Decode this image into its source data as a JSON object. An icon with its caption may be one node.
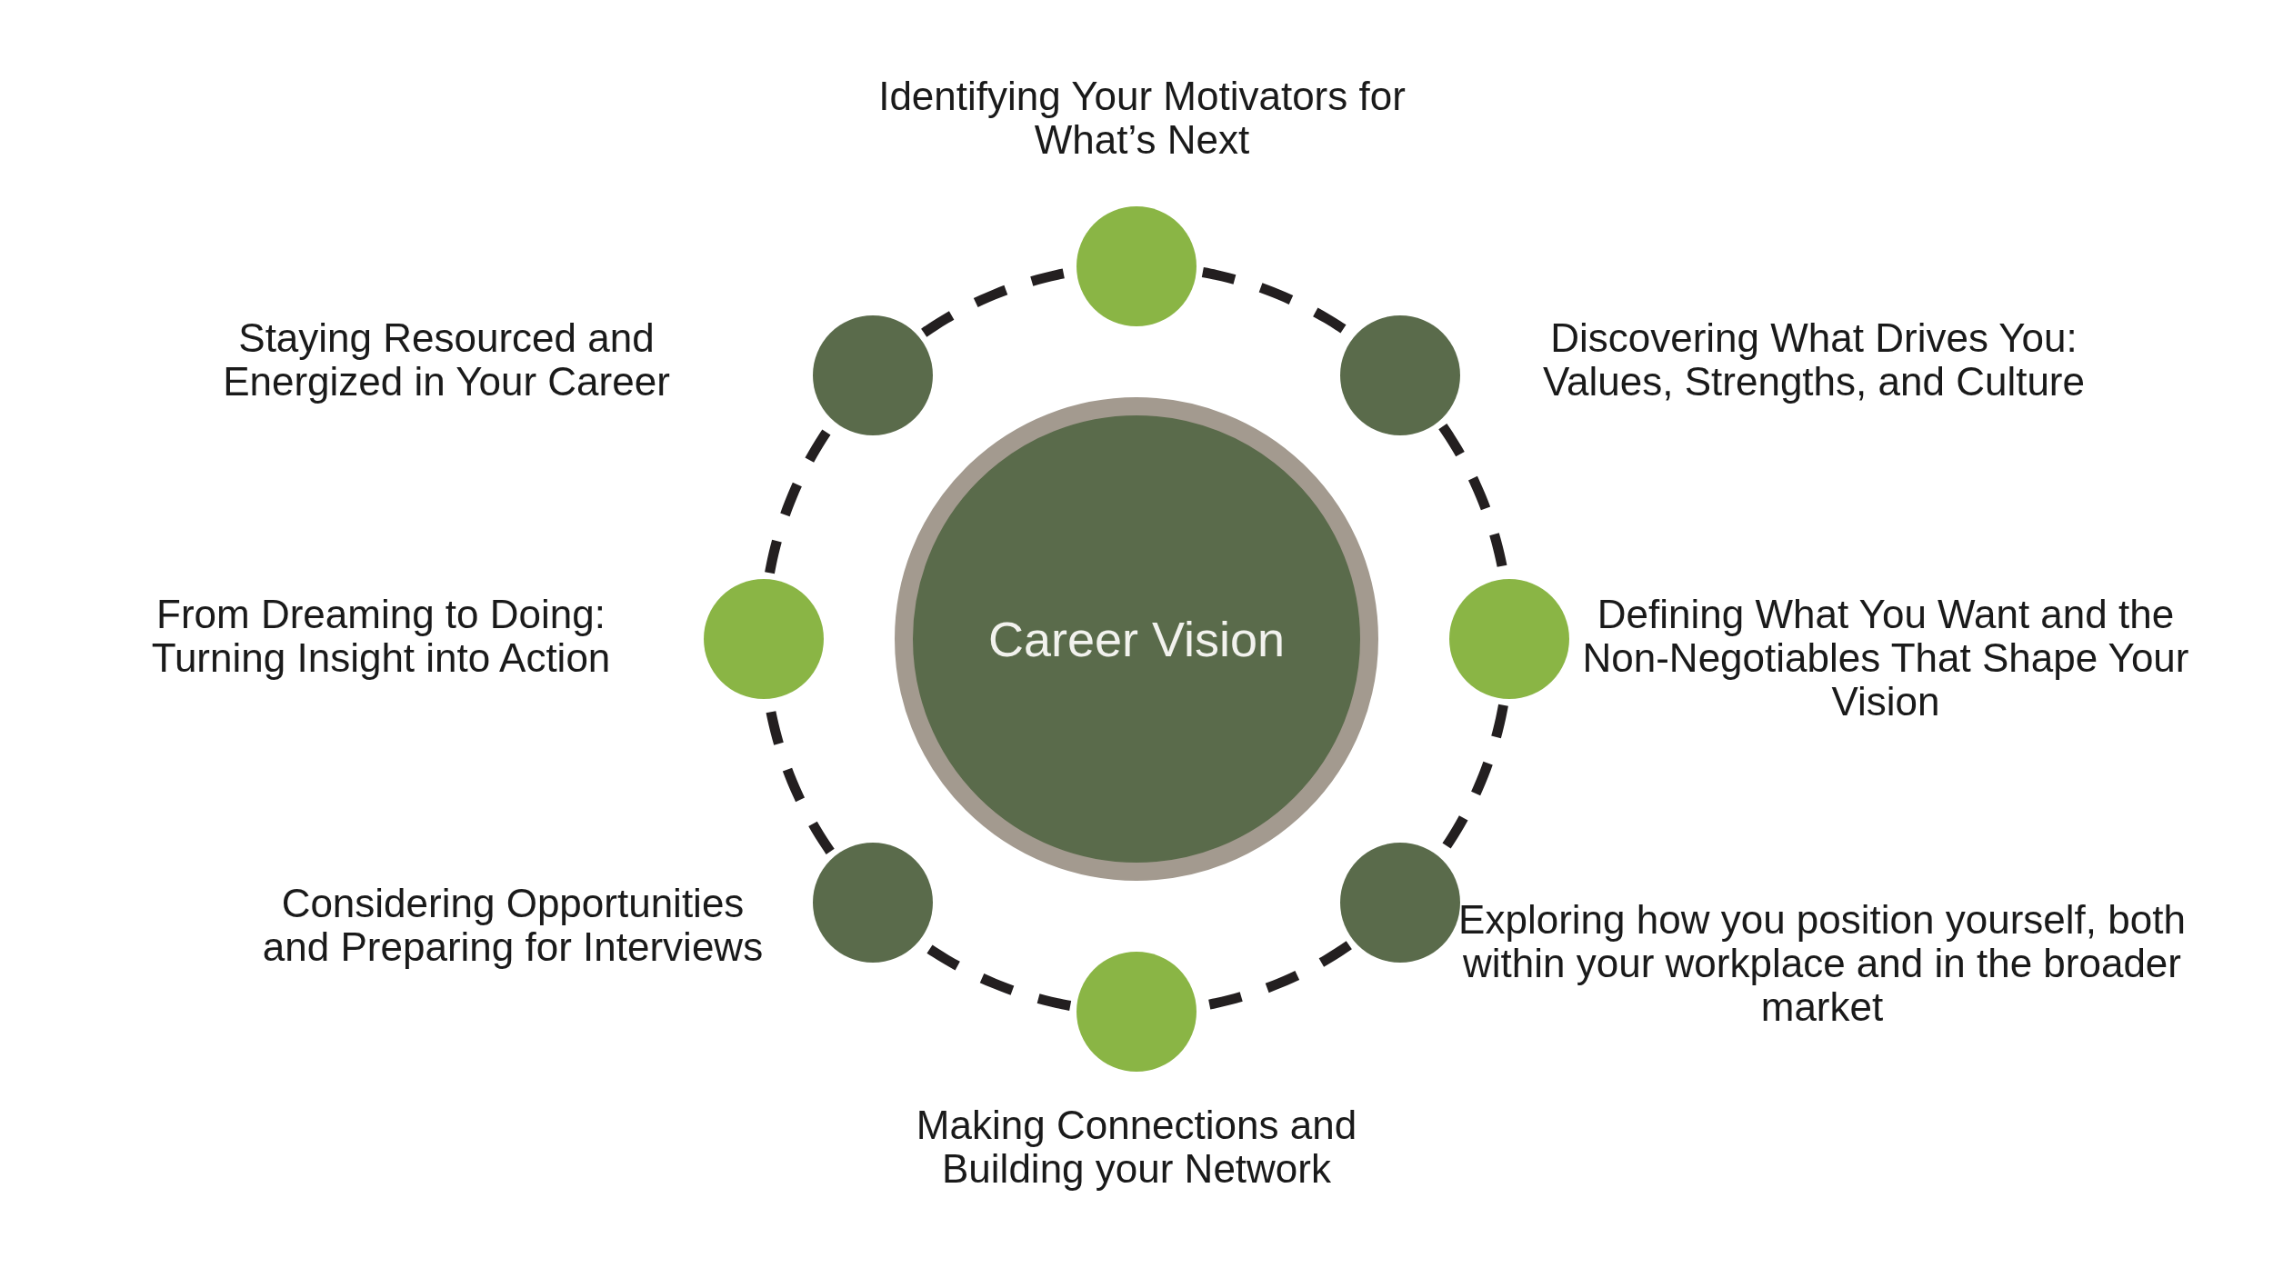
{
  "diagram": {
    "nodes": [
      {
        "text": [
          "Career Vision"
        ]
      },
      {
        "text": [
          "Identifying Your Motivators for What’s Next"
        ]
      },
      {
        "text": [
          "Discovering What Drives You: Values, Strengths, and Culture"
        ]
      },
      {
        "text": [
          "Defining What You Want and the Non-Negotiables That Shape Your Vision"
        ]
      },
      {
        "text": [
          "Exploring how you position yourself, both within your workplace and in the broader market"
        ]
      },
      {
        "text": [
          "Making Connections and Building your Network"
        ]
      },
      {
        "text": [
          "Considering Opportunities and Preparing for Interviews"
        ]
      },
      {
        "text": [
          "From Dreaming to Doing: Turning Insight into Action"
        ]
      },
      {
        "text": [
          "Staying Resourced and Energized in Your Career"
        ]
      }
    ],
    "edges": [
      {
        "from": 1,
        "to": 2,
        "arrow": "none",
        "style": "dashed"
      },
      {
        "from": 2,
        "to": 3,
        "arrow": "none",
        "style": "dashed"
      },
      {
        "from": 3,
        "to": 4,
        "arrow": "none",
        "style": "dashed"
      },
      {
        "from": 4,
        "to": 5,
        "arrow": "none",
        "style": "dashed"
      },
      {
        "from": 5,
        "to": 6,
        "arrow": "none",
        "style": "dashed"
      },
      {
        "from": 6,
        "to": 7,
        "arrow": "none",
        "style": "dashed"
      },
      {
        "from": 7,
        "to": 8,
        "arrow": "none",
        "style": "dashed"
      },
      {
        "from": 8,
        "to": 1,
        "arrow": "none",
        "style": "dashed"
      }
    ]
  }
}
